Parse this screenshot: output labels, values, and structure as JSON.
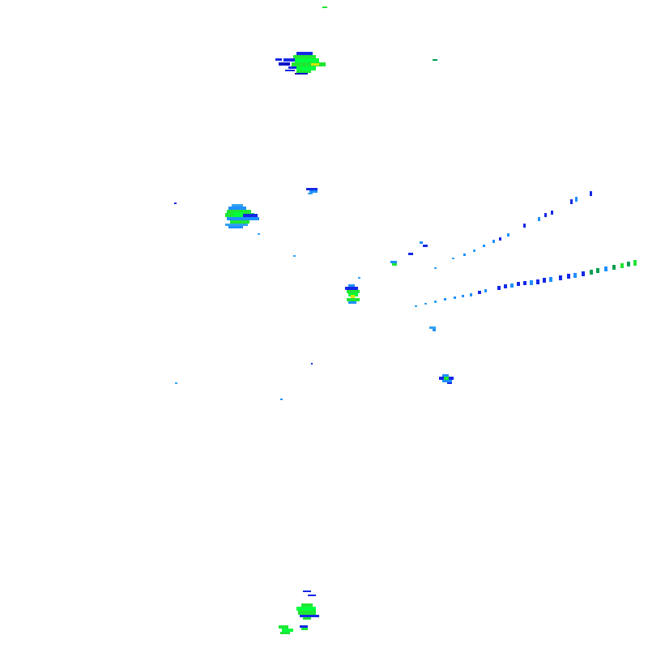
{
  "radar_image": {
    "background": "#ffffff",
    "palette": {
      "light_blue": "#1e90ff",
      "cyan_blue": "#33a1f0",
      "blue": "#1428e6",
      "dark_blue": "#0a14c8",
      "green": "#1ee632",
      "bright_green": "#00ff3c",
      "teal_green": "#00a050",
      "yellow": "#d2e600"
    },
    "echoes": [
      {
        "name": "echo-north-cluster",
        "kind": "storm-cell",
        "intensity": "moderate"
      },
      {
        "name": "echo-northwest-cell",
        "kind": "storm-cell",
        "intensity": "moderate"
      },
      {
        "name": "echo-small-north-speck",
        "kind": "speck",
        "intensity": "light"
      },
      {
        "name": "echo-center-cell",
        "kind": "storm-cell",
        "intensity": "moderate"
      },
      {
        "name": "echo-east-spokes",
        "kind": "radial-streak",
        "intensity": "light"
      },
      {
        "name": "echo-southeast-cell",
        "kind": "small-cell",
        "intensity": "light"
      },
      {
        "name": "echo-south-cluster",
        "kind": "storm-cell",
        "intensity": "moderate"
      },
      {
        "name": "echo-isolated-specks",
        "kind": "specks",
        "intensity": "light"
      }
    ]
  }
}
